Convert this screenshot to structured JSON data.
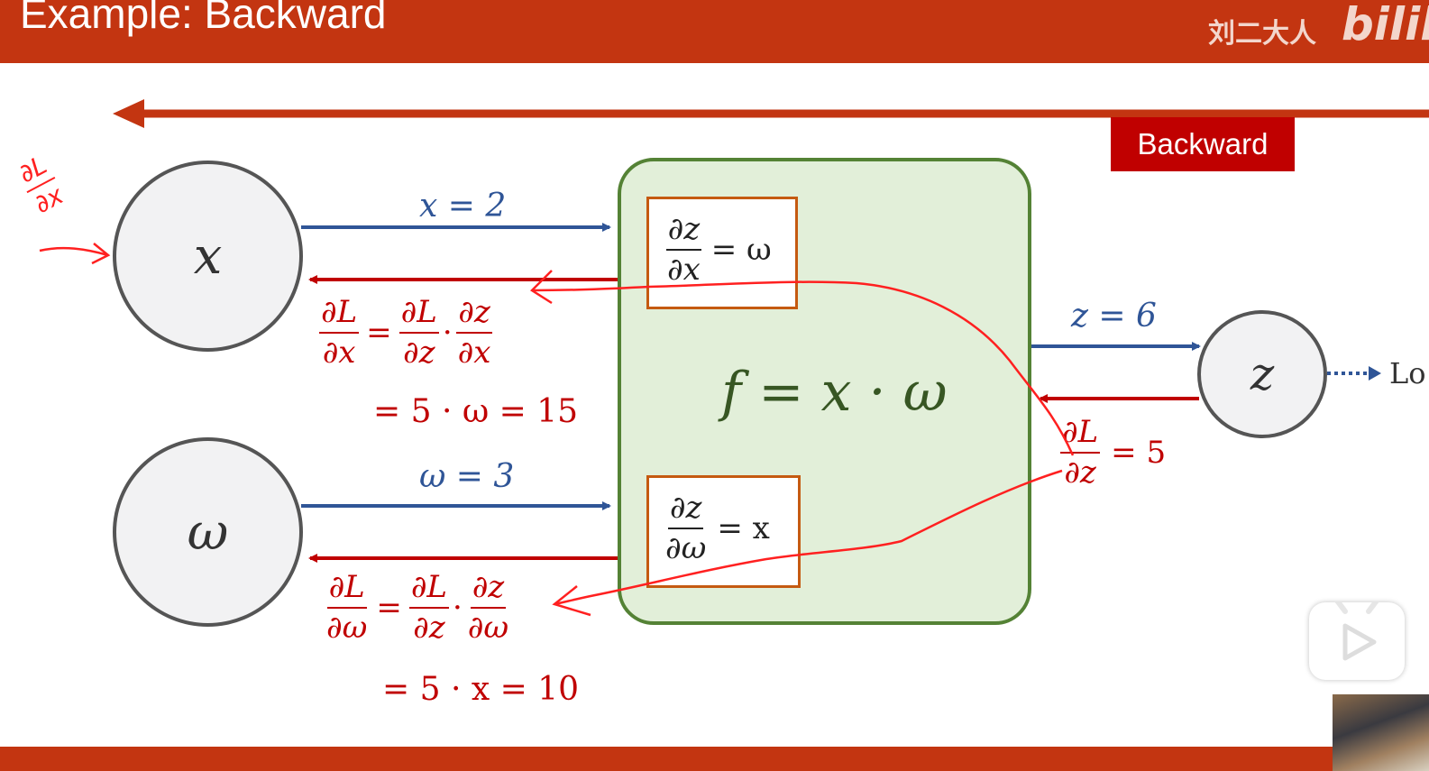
{
  "header": {
    "title": "Example: Backward",
    "watermark": "刘二大人",
    "logo": "bilib"
  },
  "backward_label": "Backward",
  "nodes": {
    "x": "x",
    "w": "ω",
    "z": "z"
  },
  "function_label": "f = x · ω",
  "forward": {
    "x_value": "x = 2",
    "w_value": "ω = 3",
    "z_value": "z = 6"
  },
  "local_gradients": {
    "dz_dx": {
      "num": "∂z",
      "den": "∂x",
      "rhs": "= ω"
    },
    "dz_dw": {
      "num": "∂z",
      "den": "∂ω",
      "rhs": "= x"
    }
  },
  "upstream_gradient": {
    "num": "∂L",
    "den": "∂z",
    "rhs": "= 5"
  },
  "grad_x": {
    "lhs_num": "∂L",
    "lhs_den": "∂x",
    "t1_num": "∂L",
    "t1_den": "∂z",
    "t2_num": "∂z",
    "t2_den": "∂x",
    "result": "= 5 · ω = 15"
  },
  "grad_w": {
    "lhs_num": "∂L",
    "lhs_den": "∂ω",
    "t1_num": "∂L",
    "t1_den": "∂z",
    "t2_num": "∂z",
    "t2_den": "∂ω",
    "result": "= 5 · x = 10"
  },
  "loss_label": "Lo",
  "handwriting": {
    "num": "∂L",
    "den": "∂x"
  },
  "colors": {
    "header_bar": "#c33511",
    "forward_arrow": "#2f5597",
    "backward_arrow": "#c00000",
    "function_fill": "#e2efd9",
    "function_border": "#548235",
    "deriv_border": "#c55a11",
    "ink": "#ff2020"
  }
}
